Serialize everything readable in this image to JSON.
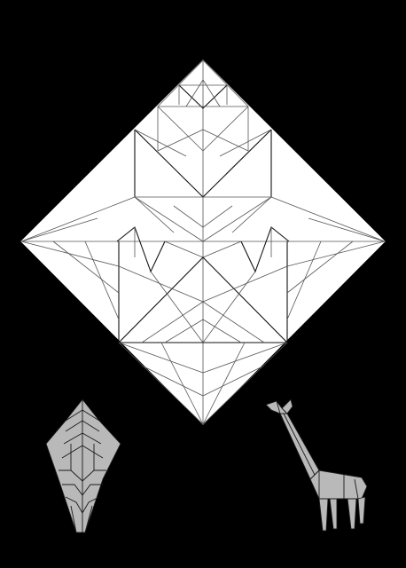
{
  "figure": {
    "background_color": "#000000",
    "paper_color": "#ffffff",
    "model_color": "#b9b9b9",
    "line_color": "#1a1a1a",
    "crease_pattern": {
      "name": "crease-pattern"
    },
    "models": [
      {
        "name": "folded-base-model"
      },
      {
        "name": "folded-giraffe-model"
      }
    ]
  }
}
